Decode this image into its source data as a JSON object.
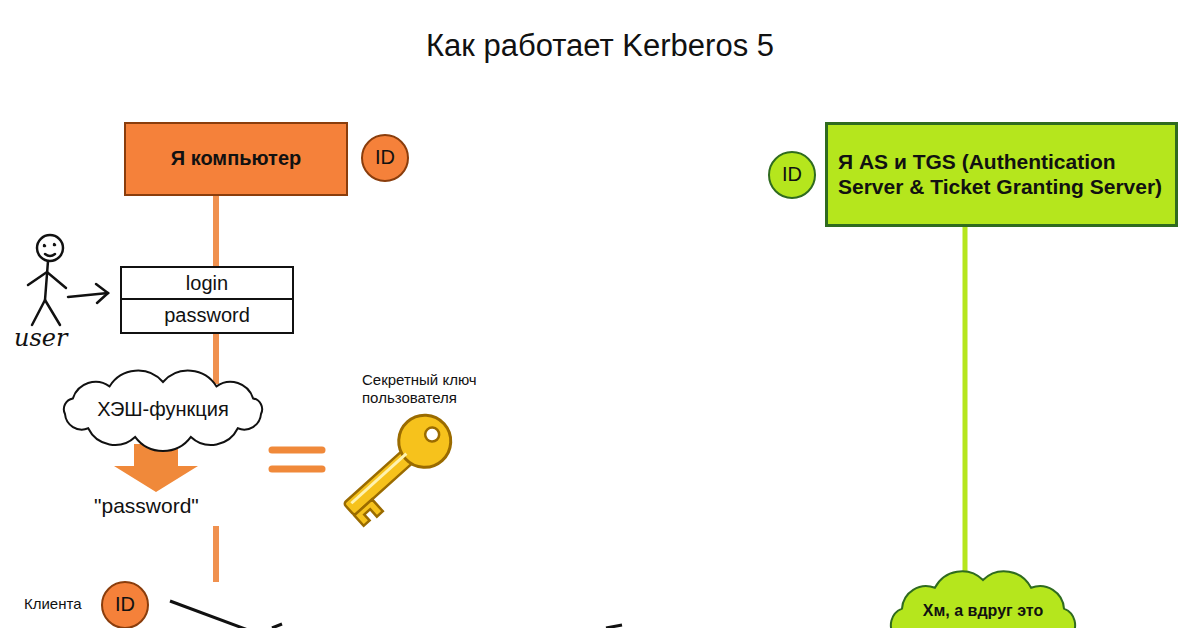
{
  "diagram": {
    "title": "Как работает Kerberos 5",
    "nodes": [
      {
        "text": [
          "Я компьютер"
        ]
      },
      {
        "text": [
          "ID"
        ]
      },
      {
        "text": [
          "Я AS и TGS (Authentication Server & Ticket Granting Server)"
        ]
      },
      {
        "text": [
          "ID"
        ]
      },
      {
        "text": [
          "login"
        ]
      },
      {
        "text": [
          "password"
        ]
      },
      {
        "text": [
          "ХЭШ-функция"
        ]
      },
      {
        "text": [
          "ID"
        ]
      },
      {
        "text": [
          "Хм, а вдруг это"
        ]
      }
    ],
    "edges": [
      {
        "from": 0,
        "to": 4,
        "arrow": "none"
      },
      {
        "from": 5,
        "to": 6,
        "arrow": "none"
      },
      {
        "from": 2,
        "to": 8,
        "arrow": "none"
      }
    ],
    "labels": [
      "user",
      "Секретный ключ пользователя",
      "\"password\"",
      "Клиента"
    ]
  }
}
